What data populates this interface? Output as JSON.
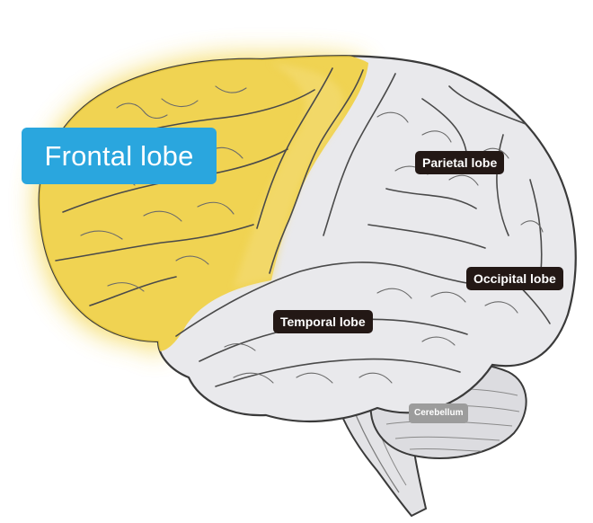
{
  "labels": {
    "frontal": "Frontal lobe",
    "parietal": "Parietal lobe",
    "occipital": "Occipital lobe",
    "temporal": "Temporal lobe",
    "cerebellum": "Cerebellum"
  },
  "colors": {
    "frontal_highlight": "#f2d13a",
    "frontal_label_bg": "#2aa6de",
    "dark_label_bg": "#231815",
    "cerebellum_label_bg": "#9c9c9c",
    "brain_fill": "#e9e9ec",
    "brain_outline": "#3a3a3a"
  }
}
